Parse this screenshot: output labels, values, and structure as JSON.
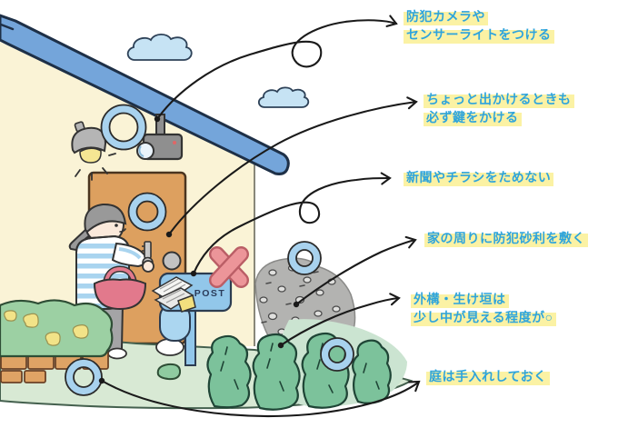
{
  "labels": [
    {
      "id": "camera",
      "lines": [
        "防犯カメラや",
        "センサーライトをつける"
      ]
    },
    {
      "id": "lock",
      "lines": [
        "ちょっと出かけるときも",
        "必ず鍵をかける"
      ]
    },
    {
      "id": "newspaper",
      "lines": [
        "新聞やチラシをためない"
      ]
    },
    {
      "id": "gravel",
      "lines": [
        "家の周りに防犯砂利を敷く"
      ]
    },
    {
      "id": "hedge",
      "lines": [
        "外構・生け垣は",
        "少し中が見える程度が○"
      ]
    },
    {
      "id": "garden",
      "lines": [
        "庭は手入れしておく"
      ]
    }
  ],
  "mailbox": {
    "post_label": "POST"
  },
  "illustration_elements": [
    "house-with-blue-roof",
    "security-camera",
    "sensor-light",
    "front-door",
    "woman-holding-key",
    "basket-bag",
    "mailbox-stuffed-with-newspapers",
    "red-x-mark",
    "security-gravel",
    "hedge-bushes",
    "garden-hedge-with-flowers",
    "brick-wall",
    "blue-highlight-rings",
    "clouds",
    "hand-drawn-arrows"
  ],
  "colors": {
    "label_text": "#2EA4DC",
    "label_highlight": "#FBF2A4",
    "roof_blue": "#74A5DA",
    "wall_cream": "#FAF3D6",
    "door_orange": "#DDA05F",
    "ring_blue": "#A8D2EE",
    "mailbox_blue": "#92C7EA",
    "x_red": "#EC9599",
    "gravel_gray": "#B3B3B1",
    "bush_green": "#7CC29B",
    "hedge_green": "#9CD0A3",
    "ground_green": "#D8E9D4",
    "basket_pink": "#E2798C",
    "arrow_black": "#1A1A1A"
  }
}
